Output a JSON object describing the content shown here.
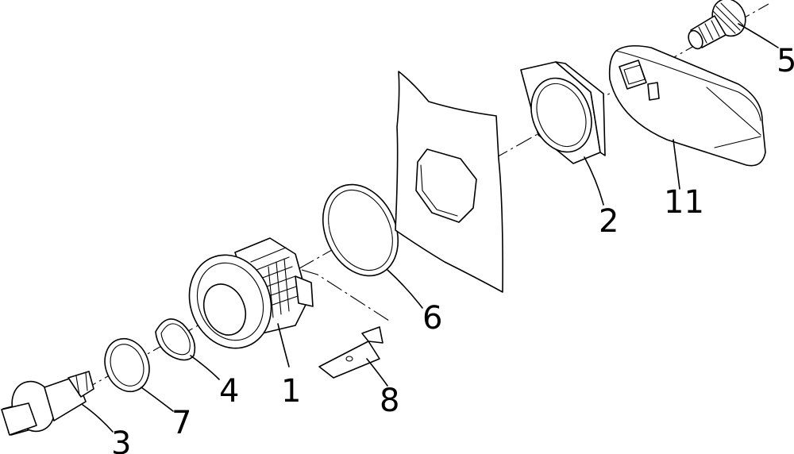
{
  "labels": {
    "p1": "1",
    "p2": "2",
    "p3": "3",
    "p4": "4",
    "p5": "5",
    "p6": "6",
    "p7": "7",
    "p8": "8",
    "p11": "11"
  },
  "colors": {
    "stroke": "#000000",
    "background": "#ffffff"
  }
}
